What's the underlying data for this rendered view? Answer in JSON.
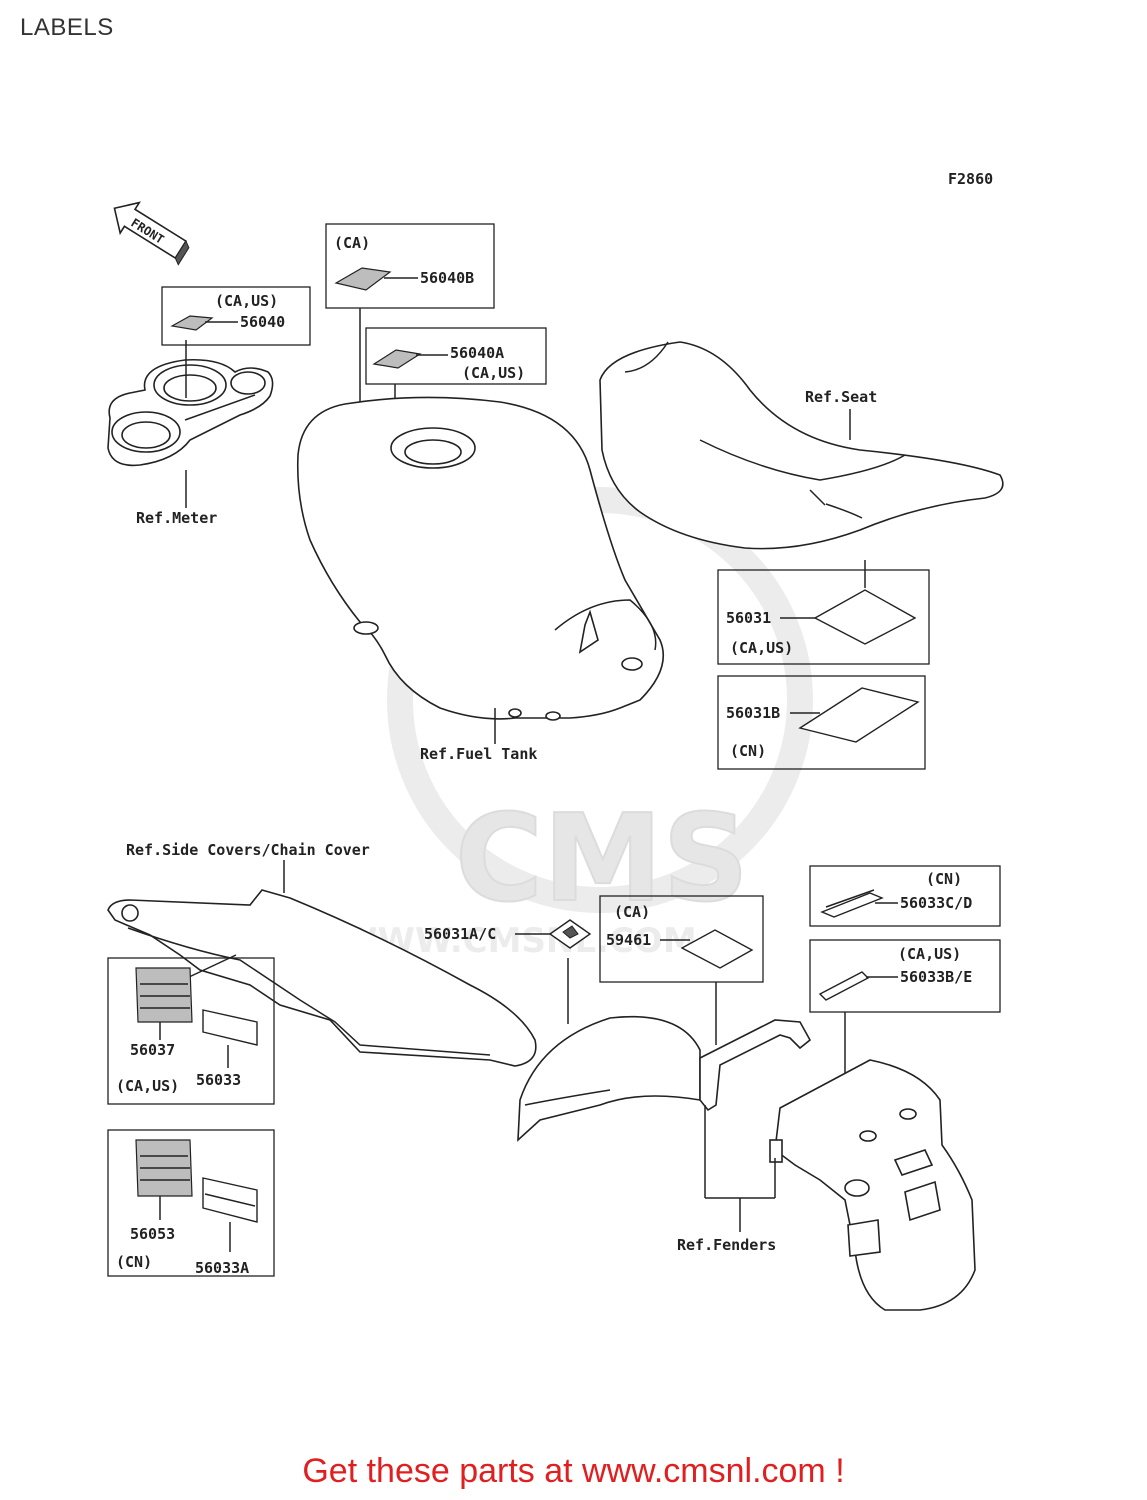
{
  "page": {
    "title": "LABELS"
  },
  "diagram": {
    "figure_code": "F2860",
    "front_arrow": "FRONT",
    "refs": {
      "meter": "Ref.Meter",
      "fuel_tank": "Ref.Fuel Tank",
      "seat": "Ref.Seat",
      "side_covers": "Ref.Side Covers/Chain Cover",
      "fenders": "Ref.Fenders"
    },
    "parts": {
      "p56040": {
        "number": "56040",
        "region": "(CA,US)"
      },
      "p56040B": {
        "number": "56040B",
        "region": "(CA)"
      },
      "p56040A": {
        "number": "56040A",
        "region": "(CA,US)"
      },
      "p56031": {
        "number": "56031",
        "region": "(CA,US)"
      },
      "p56031B": {
        "number": "56031B",
        "region": "(CN)"
      },
      "p56031AC": {
        "number": "56031A/C"
      },
      "p59461": {
        "number": "59461",
        "region": "(CA)"
      },
      "p56033CD": {
        "number": "56033C/D",
        "region": "(CN)"
      },
      "p56033BE": {
        "number": "56033B/E",
        "region": "(CA,US)"
      },
      "p56037": {
        "number": "56037"
      },
      "p56033": {
        "number": "56033"
      },
      "group_ca_us": "(CA,US)",
      "p56053": {
        "number": "56053"
      },
      "p56033A": {
        "number": "56033A"
      },
      "group_cn": "(CN)"
    }
  },
  "watermark": {
    "text": "CMS",
    "url": "WWW.CMSNL.COM"
  },
  "footer": {
    "link_text": "Get these parts at www.cmsnl.com !"
  }
}
